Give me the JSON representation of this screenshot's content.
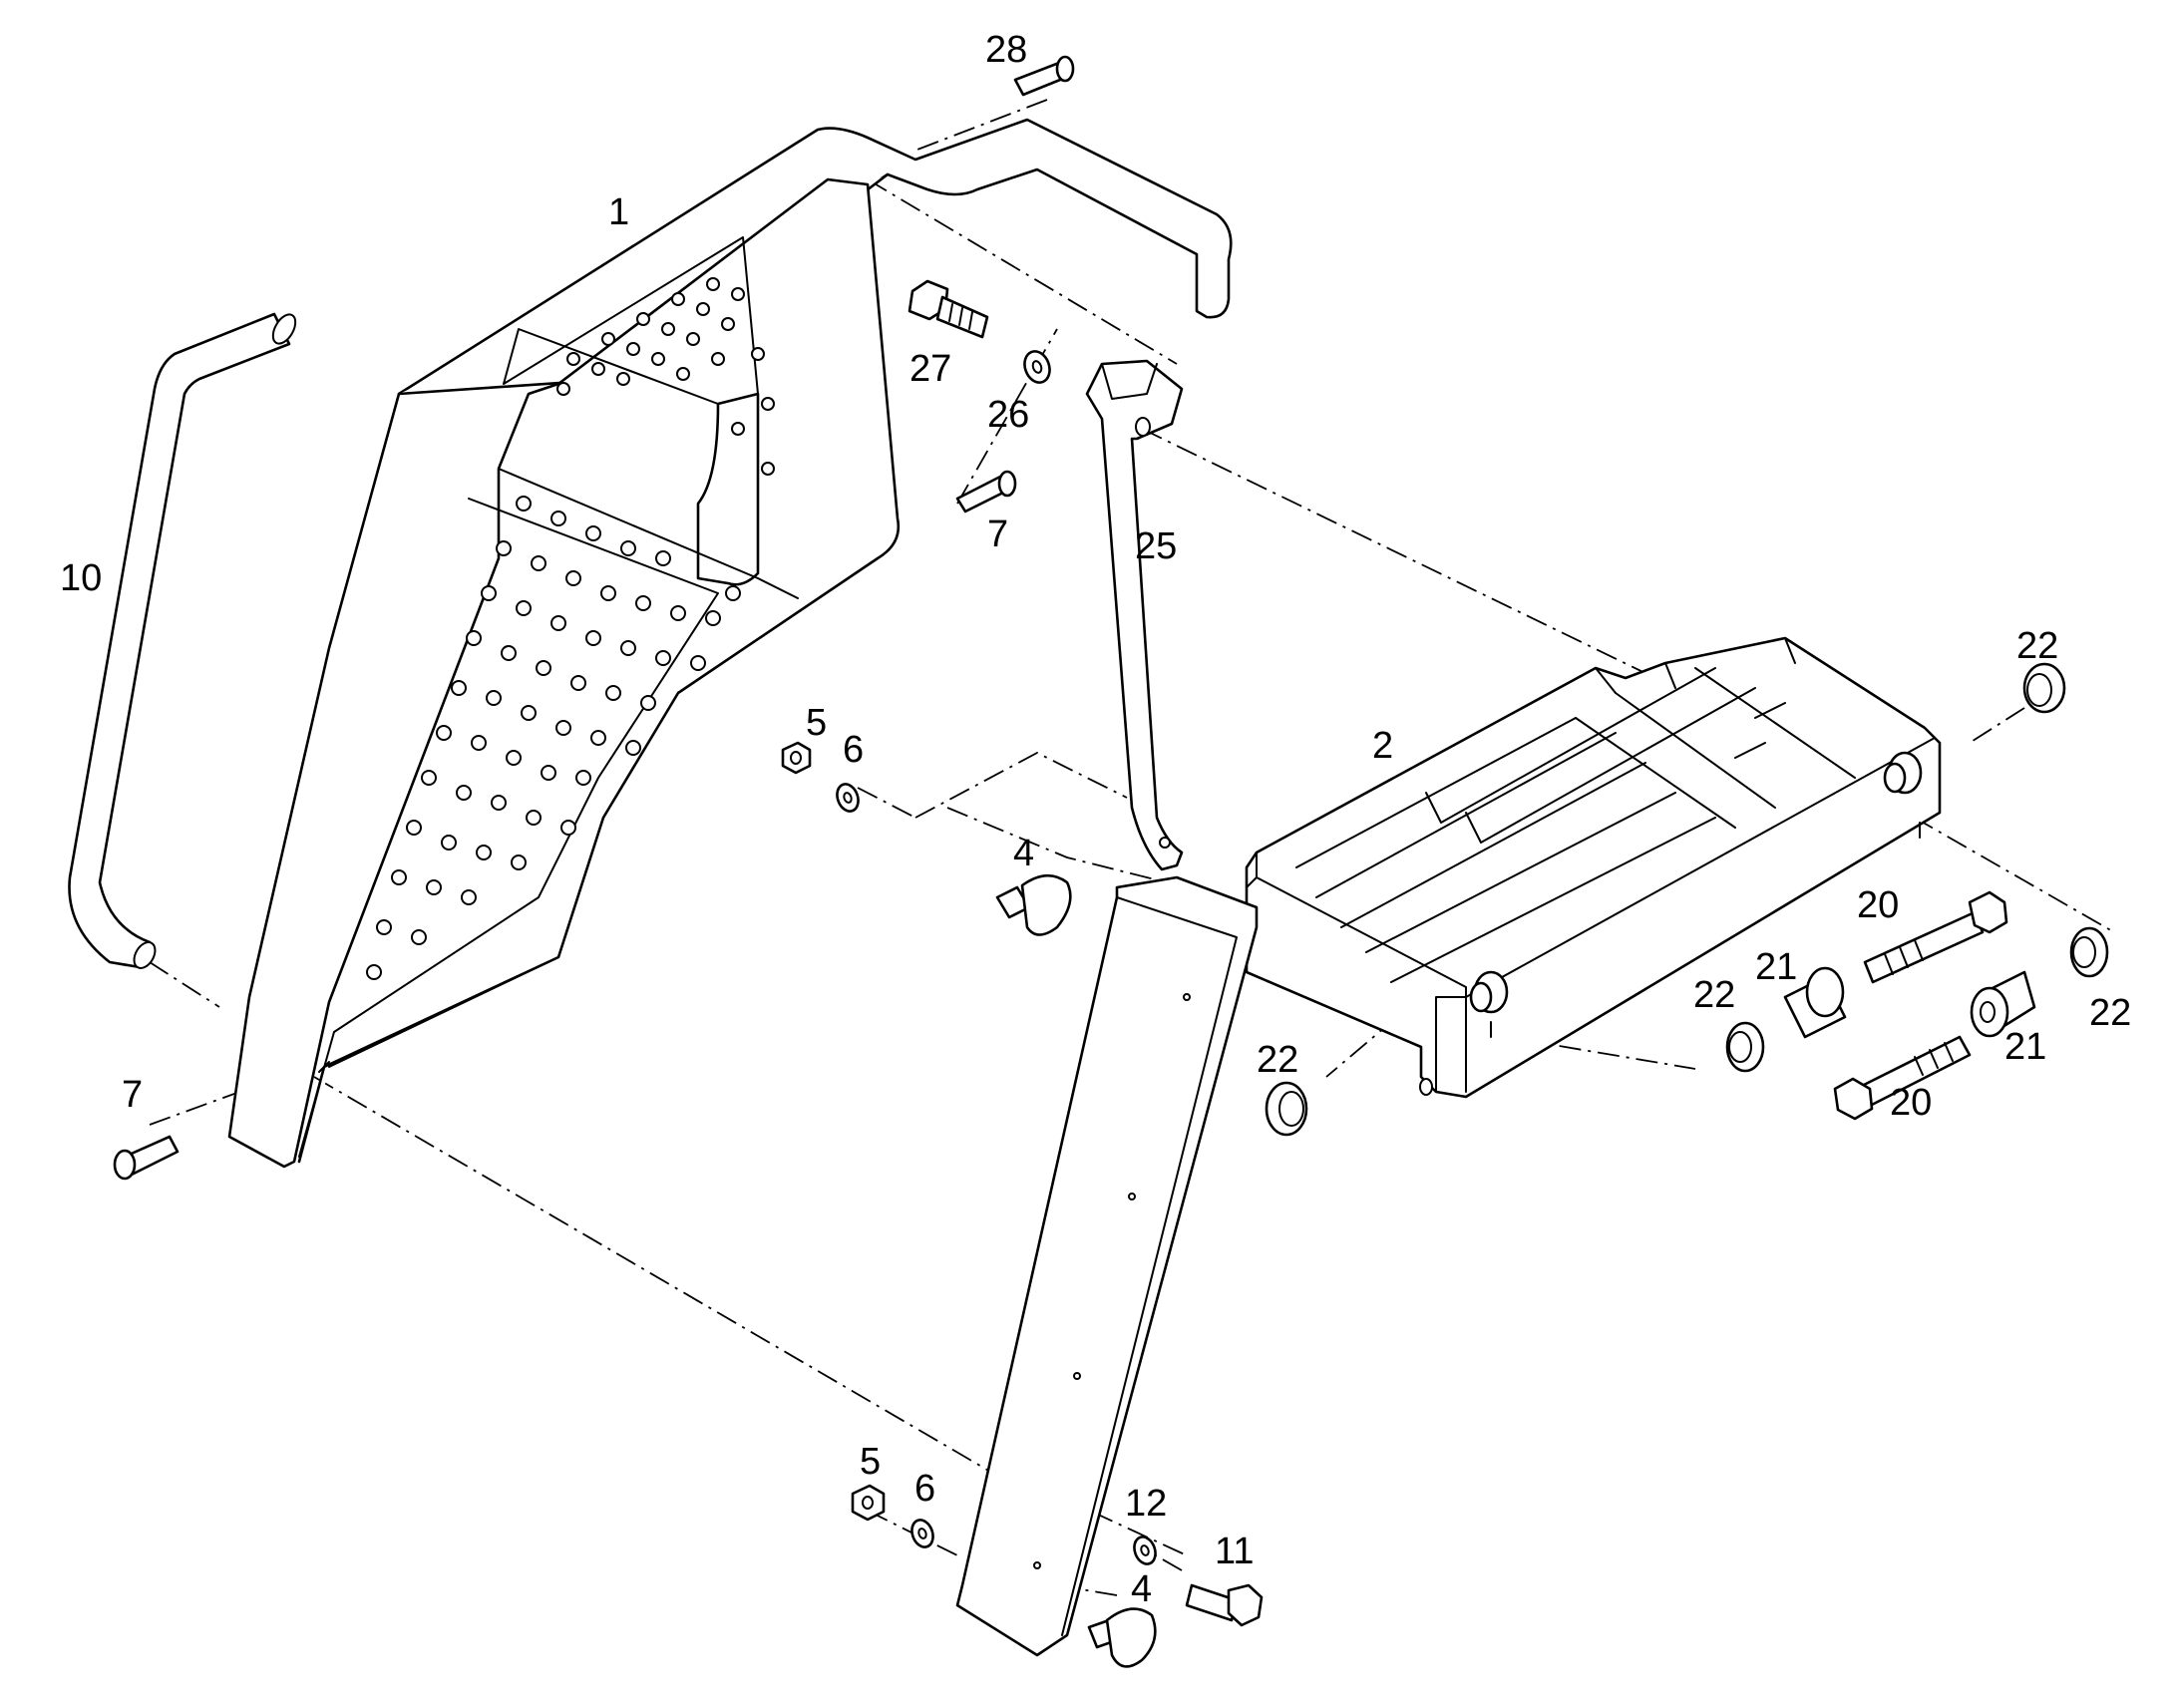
{
  "callouts": {
    "c1": "1",
    "c2": "2",
    "c4a": "4",
    "c4b": "4",
    "c5a": "5",
    "c5b": "5",
    "c6a": "6",
    "c6b": "6",
    "c7a": "7",
    "c7b": "7",
    "c10": "10",
    "c11": "11",
    "c12": "12",
    "c20a": "20",
    "c20b": "20",
    "c21a": "21",
    "c21b": "21",
    "c22a": "22",
    "c22b": "22",
    "c22c": "22",
    "c22d": "22",
    "c25": "25",
    "c26": "26",
    "c27": "27",
    "c28": "28"
  }
}
